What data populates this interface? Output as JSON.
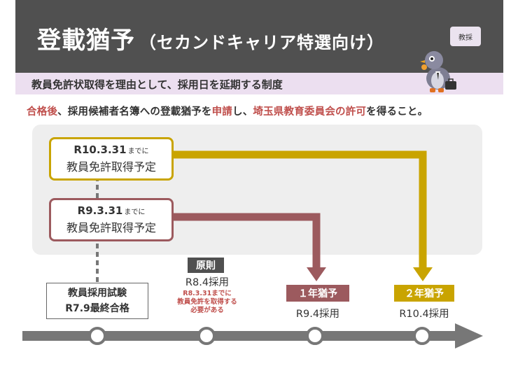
{
  "header": {
    "title": "登載猶予",
    "subtitle": "（セカンドキャリア特選向け）",
    "tag": "教採"
  },
  "band": {
    "text": "教員免許状取得を理由として、採用日を延期する制度"
  },
  "lead": {
    "p1": "合格後",
    "p2": "、採用候補者名簿への登載猶予を",
    "p3": "申請",
    "p4": "し、",
    "p5": "埼玉県教育委員会の許可",
    "p6": "を得ること。"
  },
  "plans": [
    {
      "date": "R10.3.31",
      "suffix": "までに",
      "text": "教員免許取得予定"
    },
    {
      "date": "R9.3.31",
      "suffix": "までに",
      "text": "教員免許取得予定"
    }
  ],
  "exam": {
    "line1": "教員採用試験",
    "line2": "R7.9最終合格"
  },
  "milestones": {
    "gensoku": "原則",
    "r8": "R8.4採用",
    "note1": "R8.3.31までに",
    "note2": "教員免許を取得する",
    "note3": "必要がある",
    "y1": "１年猶予",
    "r9": "R9.4採用",
    "y2": "２年猶予",
    "r10": "R10.4採用"
  },
  "colors": {
    "gold": "#c9a400",
    "rose": "#9c5a5e",
    "accent_red": "#c0504d",
    "header": "#505050",
    "band": "#ecdff0"
  }
}
